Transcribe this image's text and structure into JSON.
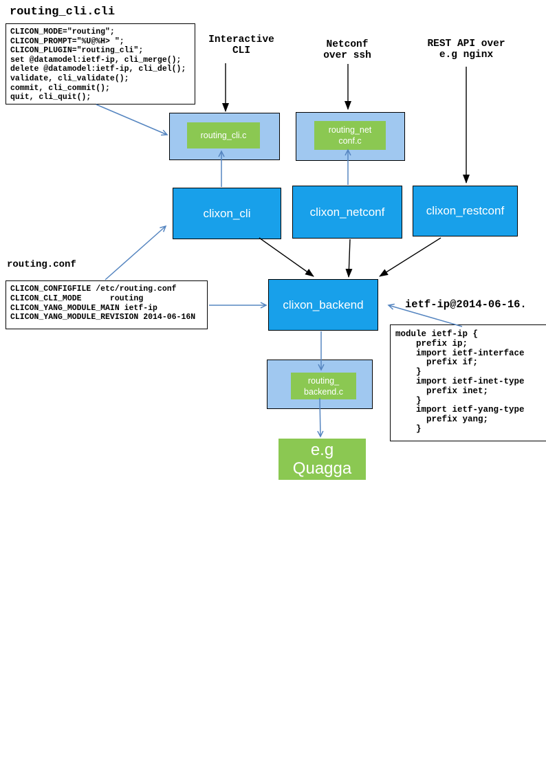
{
  "colors": {
    "bright_blue": "#18A0EA",
    "light_blue": "#A0C8F0",
    "green": "#8BC852",
    "arrow_blue": "#5585C0",
    "box_text": "#FFFFFF"
  },
  "files": {
    "cli_file": {
      "title": "routing_cli.cli",
      "code": "CLICON_MODE=\"routing\";\nCLICON_PROMPT=\"%U@%H> \";\nCLICON_PLUGIN=\"routing_cli\";\nset @datamodel:ietf-ip, cli_merge();\ndelete @datamodel:ietf-ip, cli_del();\nvalidate, cli_validate();\ncommit, cli_commit();\nquit, cli_quit();"
    },
    "conf_file": {
      "title": "routing.conf",
      "code": "CLICON_CONFIGFILE /etc/routing.conf\nCLICON_CLI_MODE      routing\nCLICON_YANG_MODULE_MAIN ietf-ip\nCLICON_YANG_MODULE_REVISION 2014-06-16N"
    },
    "yang_file": {
      "title": "ietf-ip@2014-06-16.",
      "code": "module ietf-ip {\n    prefix ip;\n    import ietf-interface\n      prefix if;\n    }\n    import ietf-inet-type\n      prefix inet;\n    }\n    import ietf-yang-type\n      prefix yang;\n    }"
    }
  },
  "flow_labels": {
    "interactive_cli": "Interactive\nCLI",
    "netconf_ssh": "Netconf\nover ssh",
    "rest_api": "REST API over\ne.g nginx"
  },
  "nodes": {
    "routing_cli_c": "routing_cli.c",
    "routing_netconf_c": "routing_net\nconf.c",
    "clixon_cli": "clixon_cli",
    "clixon_netconf": "clixon_netconf",
    "clixon_restconf": "clixon_restconf",
    "clixon_backend": "clixon_backend",
    "routing_backend_c": "routing_\nbackend.c",
    "quagga": "e.g\nQuagga"
  }
}
